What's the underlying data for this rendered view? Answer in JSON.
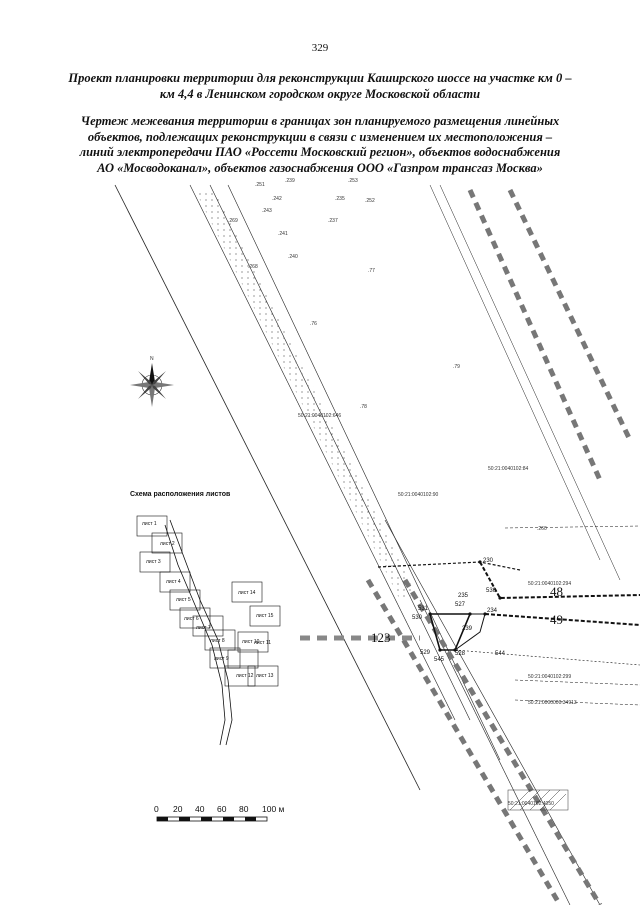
{
  "page_number": "329",
  "title": "Проект планировки территории для реконструкции Каширского шоссе на участке км 0 – км 4,4 в Ленинском городском округе Московской области",
  "subtitle": "Чертеж межевания территории в границах зон планируемого размещения линейных объектов, подлежащих реконструкции в связи с изменением их местоположения – линий электропередачи ПАО «Россети Московский регион», объектов водоснабжения АО «Мосводоканал», объектов газоснабжения ООО «Газпром трансгаз Москва»",
  "compass": {
    "north_label": "N"
  },
  "cadastral_labels": [
    "50:21:0040102:646",
    "50:21:0040102:84",
    "50:21:0040102:90",
    "50:21:0040102:294",
    "50:21:0040102:299",
    "50:21:0000000:34913",
    "50:21:0040102:4050"
  ],
  "point_numbers_top": [
    ".251",
    ".239",
    ".253",
    ".243",
    ".235",
    ".252",
    ".242",
    ".237",
    ".269",
    ".241",
    ".240",
    ".268",
    ".77",
    ".76",
    ".79",
    ".78",
    ".260"
  ],
  "boundary_points": [
    "230",
    "536",
    "235",
    "531",
    "527",
    "234",
    "530",
    "529",
    "239",
    "545",
    "528",
    "544"
  ],
  "zone_numbers": [
    "48",
    "49",
    "123"
  ],
  "scheme": {
    "title": "Схема расположения листов",
    "sheets": [
      "лист 1",
      "лист 2",
      "лист 3",
      "лист 4",
      "лист 5",
      "лист 6",
      "лист 7",
      "лист 8",
      "лист 9",
      "лист 10",
      "лист 11",
      "лист 12",
      "лист 13",
      "лист 14",
      "лист 15"
    ]
  },
  "scale_bar": {
    "ticks": [
      "0",
      "20",
      "40",
      "60",
      "80",
      "100 м"
    ]
  }
}
